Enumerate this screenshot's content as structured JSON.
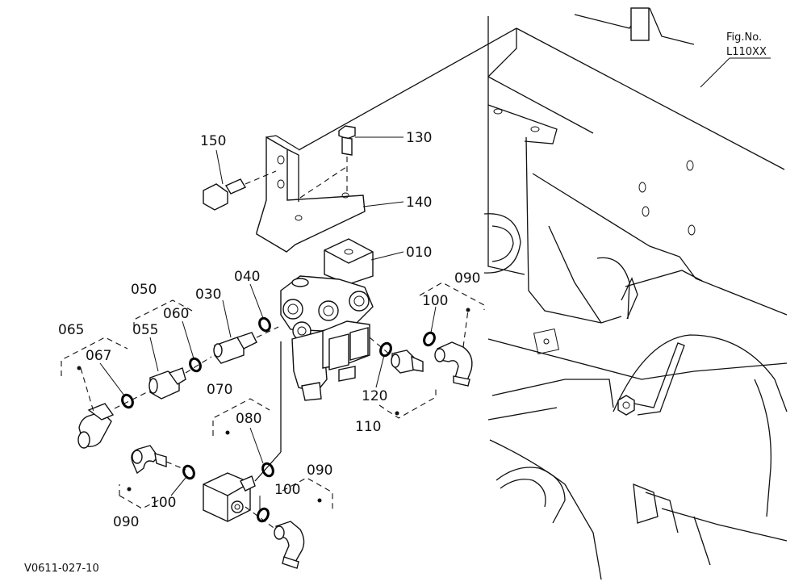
{
  "figure": {
    "fig_label": "Fig.No.",
    "fig_number": "L110XX",
    "image_code": "V0611-027-10"
  },
  "labels": {
    "p010": "010",
    "p030": "030",
    "p040": "040",
    "p050": "050",
    "p055": "055",
    "p060": "060",
    "p065": "065",
    "p067": "067",
    "p070": "070",
    "p080": "080",
    "p090_right": "090",
    "p090_lower_left": "090",
    "p090_lower_right": "090",
    "p100_right": "100",
    "p100_lower_left": "100",
    "p100_lower_right": "100",
    "p110": "110",
    "p120": "120",
    "p130": "130",
    "p140": "140",
    "p150": "150"
  }
}
